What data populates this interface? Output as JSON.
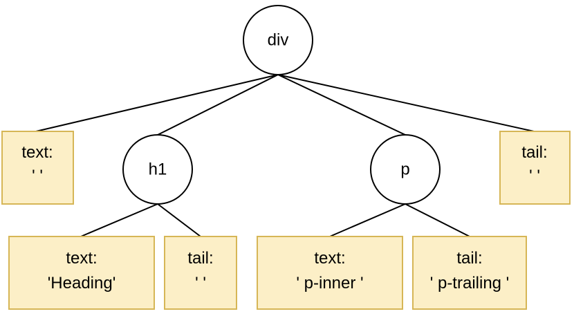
{
  "colors": {
    "leaf_fill": "#fcefc7",
    "leaf_stroke": "#d6b656",
    "node_fill": "#ffffff",
    "node_stroke": "#000000",
    "edge": "#000000"
  },
  "tree": {
    "root": {
      "label": "div"
    },
    "children": [
      {
        "kind": "leaf",
        "line1": "text:",
        "line2": "' '"
      },
      {
        "kind": "node",
        "label": "h1",
        "children": [
          {
            "kind": "leaf",
            "line1": "text:",
            "line2": "'Heading'"
          },
          {
            "kind": "leaf",
            "line1": "tail:",
            "line2": "' '"
          }
        ]
      },
      {
        "kind": "node",
        "label": "p",
        "children": [
          {
            "kind": "leaf",
            "line1": "text:",
            "line2": "' p-inner '"
          },
          {
            "kind": "leaf",
            "line1": "tail:",
            "line2": "' p-trailing '"
          }
        ]
      },
      {
        "kind": "leaf",
        "line1": "tail:",
        "line2": "' '"
      }
    ]
  }
}
